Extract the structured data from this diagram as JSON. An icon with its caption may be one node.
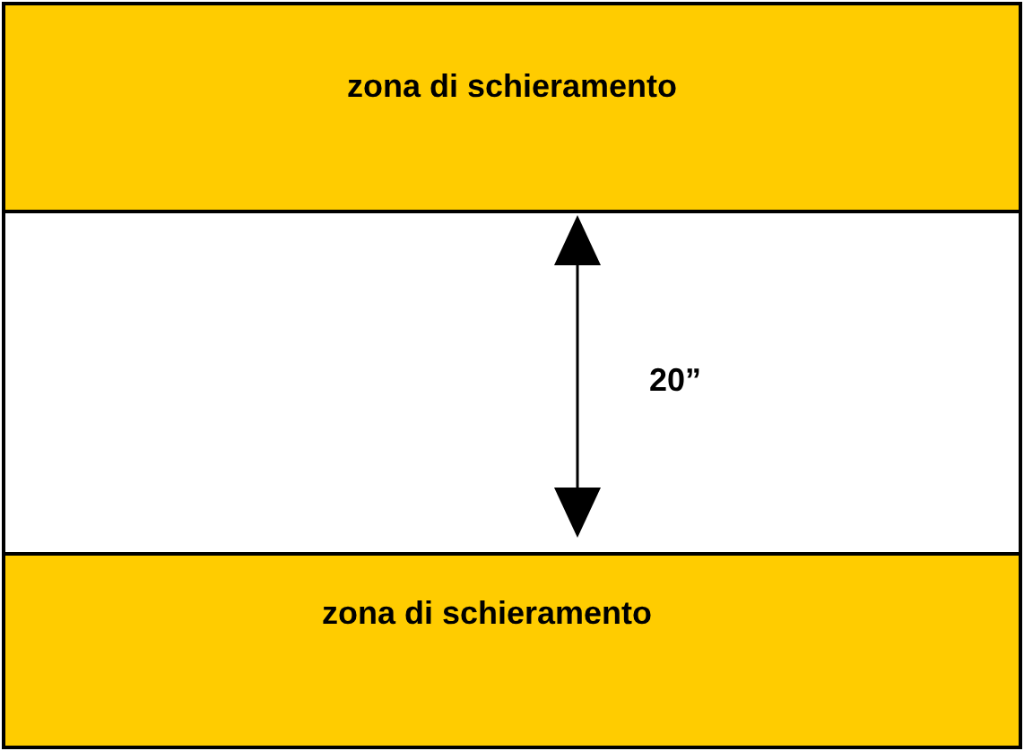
{
  "diagram": {
    "nodes": [
      {
        "text": [
          "zona di schieramento"
        ]
      },
      {
        "text": [
          "zona di schieramento"
        ]
      }
    ],
    "labels": [
      "20”"
    ]
  }
}
